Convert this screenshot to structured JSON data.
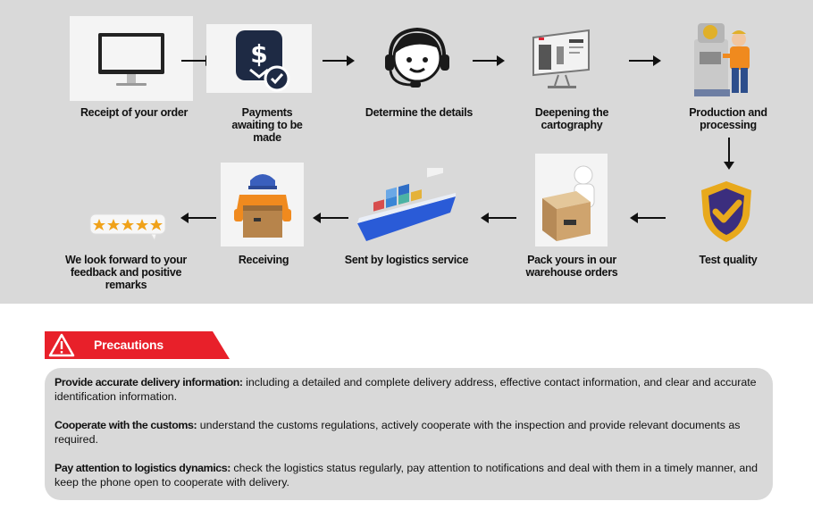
{
  "steps": [
    {
      "label": "Receipt of your order",
      "icon": "monitor-icon"
    },
    {
      "label": "Payments awaiting to be made",
      "icon": "payment-icon"
    },
    {
      "label": "Determine the details",
      "icon": "support-headset-icon"
    },
    {
      "label": "Deepening the cartography",
      "icon": "design-monitor-icon"
    },
    {
      "label": "Production and processing",
      "icon": "production-worker-icon"
    },
    {
      "label": "Test quality",
      "icon": "quality-shield-icon"
    },
    {
      "label": "Pack yours in our warehouse orders",
      "icon": "packing-box-icon"
    },
    {
      "label": "Sent by logistics service",
      "icon": "cargo-ship-icon"
    },
    {
      "label": "Receiving",
      "icon": "delivery-box-icon"
    },
    {
      "label": "We look forward to your feedback and positive remarks",
      "icon": "five-star-rating-icon"
    }
  ],
  "precautions": {
    "title": "Precautions",
    "items": [
      {
        "heading": "Provide accurate delivery information:",
        "text": " including a detailed and complete delivery address, effective contact information, and clear and accurate identification information."
      },
      {
        "heading": "Cooperate with the customs:",
        "text": " understand the customs regulations, actively cooperate with the inspection and provide relevant documents as required."
      },
      {
        "heading": "Pay attention to logistics dynamics:",
        "text": " check the logistics status regularly, pay attention to notifications and deal with them in a timely manner, and keep the phone open to cooperate with delivery."
      }
    ]
  },
  "colors": {
    "panel": "#d9d9d9",
    "accent_red": "#e8202a",
    "shield_gold": "#e8a91c",
    "shield_purple": "#3b2e7e"
  }
}
